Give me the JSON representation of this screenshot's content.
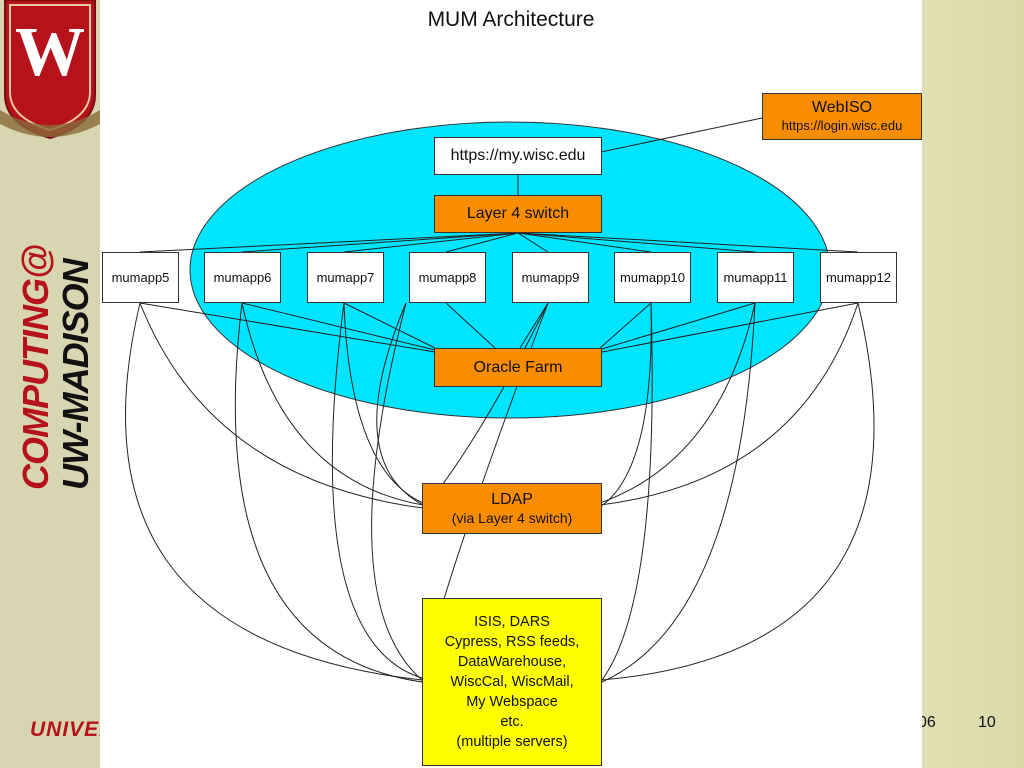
{
  "slide": {
    "title": "MUM Architecture",
    "footer_left": "UNIVERS",
    "footer_date": "06",
    "page_number": "10"
  },
  "branding": {
    "vertical_text_1": "COMPUTING@",
    "vertical_text_2": "UW-MADISON",
    "crest_letter": "W",
    "primary_color": "#b5121b"
  },
  "colors": {
    "ellipse": "#00e5ff",
    "orange_box": "#f98d00",
    "yellow_box": "#ffff00"
  },
  "nodes": {
    "webiso": {
      "title": "WebISO",
      "url": "https://login.wisc.edu"
    },
    "portal": {
      "label": "https://my.wisc.edu"
    },
    "layer4": {
      "label": "Layer 4 switch"
    },
    "servers": [
      "mumapp5",
      "mumapp6",
      "mumapp7",
      "mumapp8",
      "mumapp9",
      "mumapp10",
      "mumapp11",
      "mumapp12"
    ],
    "oracle": {
      "label": "Oracle Farm"
    },
    "ldap": {
      "line1": "LDAP",
      "line2": "(via Layer 4 switch)"
    },
    "backend": {
      "lines": [
        "ISIS, DARS",
        "Cypress, RSS feeds,",
        "DataWarehouse,",
        "WiscCal, WiscMail,",
        "My Webspace",
        "etc.",
        "(multiple servers)"
      ]
    }
  }
}
